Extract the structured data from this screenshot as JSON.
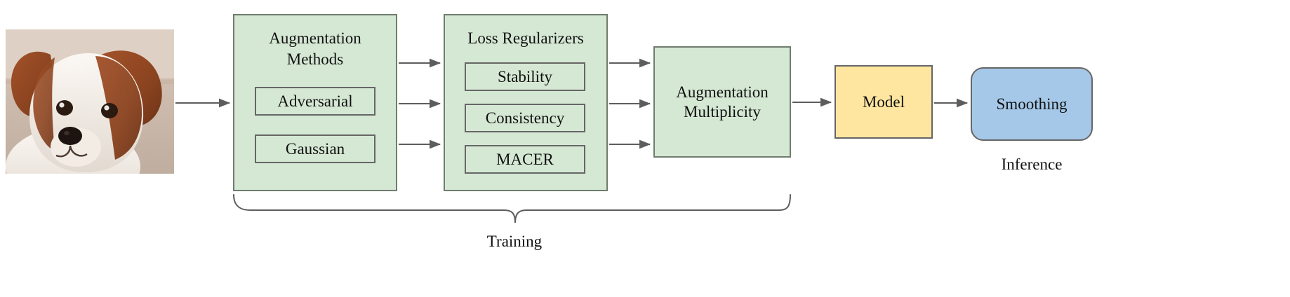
{
  "diagram": {
    "photo": {
      "alt_name": "dog-photo",
      "description": "Close-up photograph of a brown and white dog"
    },
    "groups": [
      {
        "id": "augmentation-methods",
        "title": "Augmentation\nMethods",
        "title_line1": "Augmentation",
        "title_line2": "Methods",
        "items": [
          {
            "id": "adversarial",
            "label": "Adversarial"
          },
          {
            "id": "gaussian",
            "label": "Gaussian"
          }
        ]
      },
      {
        "id": "loss-regularizers",
        "title": "Loss Regularizers",
        "title_line1": "Loss Regularizers",
        "title_line2": "",
        "items": [
          {
            "id": "stability",
            "label": "Stability"
          },
          {
            "id": "consistency",
            "label": "Consistency"
          },
          {
            "id": "macer",
            "label": "MACER"
          }
        ]
      }
    ],
    "augmentation_multiplicity": {
      "id": "augmentation-multiplicity",
      "line1": "Augmentation",
      "line2": "Multiplicity"
    },
    "model": {
      "id": "model",
      "label": "Model"
    },
    "smoothing": {
      "id": "smoothing",
      "label": "Smoothing"
    },
    "captions": {
      "training": "Training",
      "inference": "Inference"
    },
    "colors": {
      "group_fill": "#d5e8d4",
      "group_stroke": "#6f7d6e",
      "sub_box_fill": "#d5e8d4",
      "sub_box_stroke": "#666666",
      "model_fill": "#ffe6a0",
      "model_stroke": "#666666",
      "smoothing_fill": "#a5c8e8",
      "smoothing_stroke": "#666666",
      "arrow": "#5d5d5d",
      "text": "#111111",
      "background": "#ffffff"
    }
  }
}
